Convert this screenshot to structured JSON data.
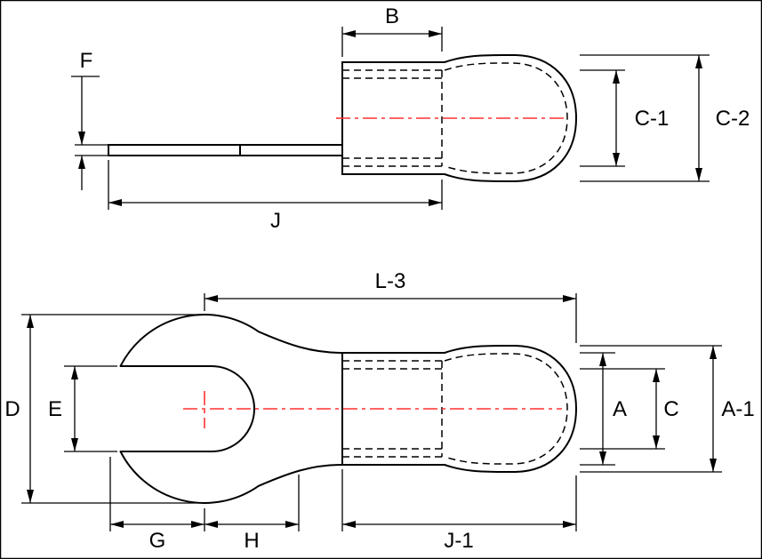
{
  "drawing": {
    "background": "#ffffff",
    "line_color": "#000000",
    "centerline_color": "#ff3232",
    "side_view": {
      "dims": {
        "B": "B",
        "F": "F",
        "C1": "C-1",
        "C2": "C-2",
        "J": "J"
      }
    },
    "plan_view": {
      "dims": {
        "L3": "L-3",
        "D": "D",
        "E": "E",
        "A": "A",
        "C": "C",
        "A1": "A-1",
        "G": "G",
        "H": "H",
        "J1": "J-1"
      }
    }
  }
}
